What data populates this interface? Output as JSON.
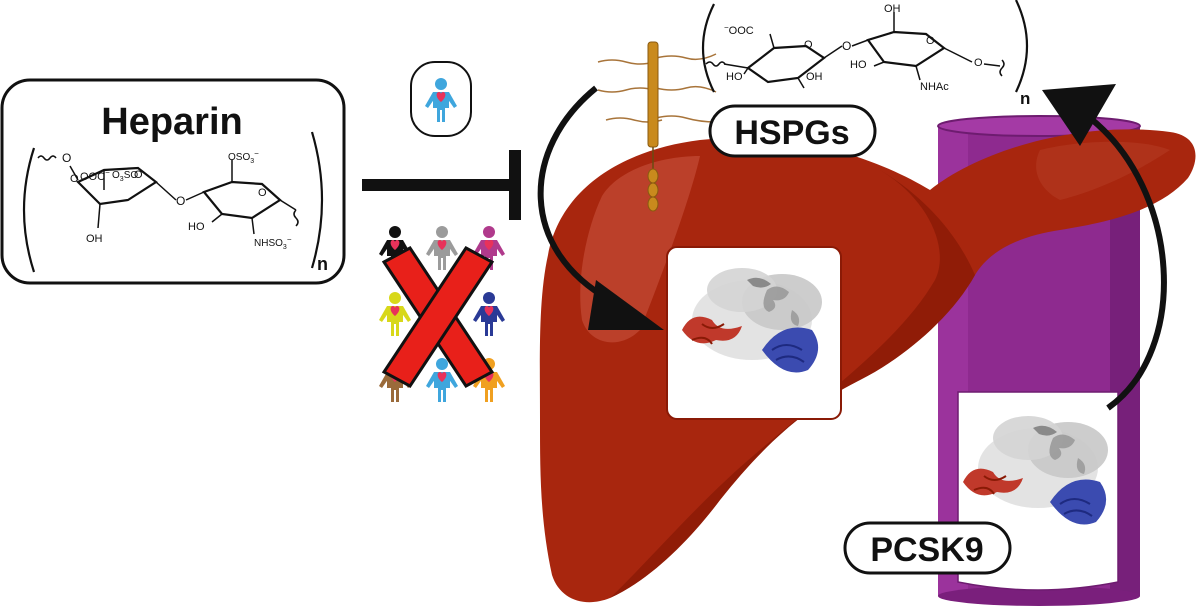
{
  "heparin": {
    "title": "Heparin",
    "subscript_n": "n",
    "groups": {
      "oso3_top": "OSO",
      "oso3_top_sup": "3",
      "oso3_top_charge": "−",
      "ooc": "OOC",
      "ooc_charge": "−",
      "o3so": "O",
      "o3so_sub": "3",
      "o3so_tail": "SO",
      "o_link": "O",
      "o_ring1": "O",
      "o_ring2": "O",
      "oh": "OH",
      "ho": "HO",
      "nhso3": "NHSO",
      "nhso3_sub": "3",
      "nhso3_charge": "−",
      "o_left": "O"
    }
  },
  "hspg_chain": {
    "subscript_n": "n",
    "groups": {
      "ooc": "OOC",
      "ooc_charge": "−",
      "oh_top": "OH",
      "ho_left": "HO",
      "oh_mid": "OH",
      "o_link": "O",
      "o_ring1": "O",
      "o_ring2": "O",
      "ho_right": "HO",
      "nhac": "NHAc",
      "o_right": "O"
    }
  },
  "labels": {
    "hspgs": "HSPGs",
    "pcsk9": "PCSK9"
  },
  "colors": {
    "liver": "#a8260e",
    "liver_dark": "#8a1a06",
    "liver_highlight": "#c24a34",
    "cylinder": "#8e2a8f",
    "cylinder_dark": "#6e1c70",
    "cylinder_light": "#a43aa5",
    "inhibit_x": "#e8201a",
    "protein_red": "#c0392b",
    "protein_blue": "#3b4bb0",
    "protein_grey": "#9a9a9a",
    "rod": "#c98a1d"
  },
  "people_icons": [
    "person-lightblue-icon",
    "person-black-icon",
    "person-grey-icon",
    "person-purple-icon",
    "person-yellow-icon",
    "person-green-icon",
    "person-navy-icon",
    "person-brown-icon",
    "person-skyblue-icon",
    "person-orange-icon"
  ]
}
